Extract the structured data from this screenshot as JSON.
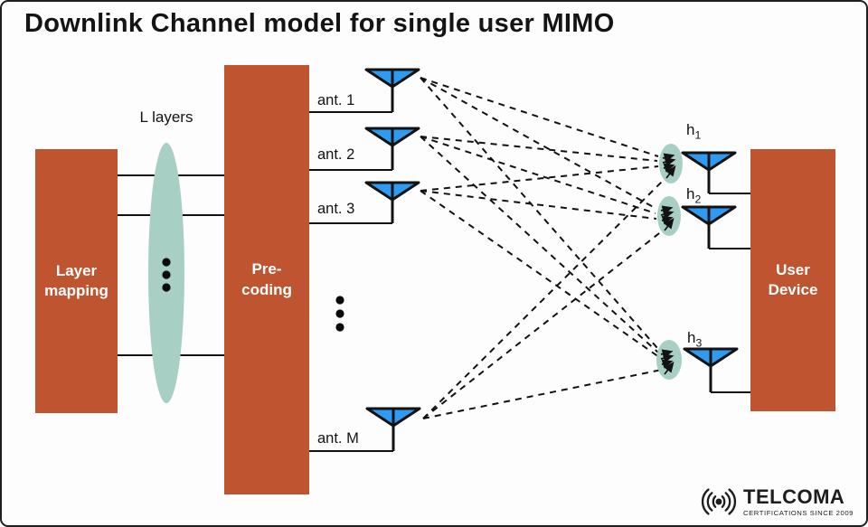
{
  "title": "Downlink Channel model for single user MIMO",
  "blocks": {
    "layer_mapping": {
      "label": "Layer\nmapping"
    },
    "pre_coding": {
      "label": "Pre-\ncoding"
    },
    "user_device": {
      "label": "User\nDevice"
    }
  },
  "layers_label": "L layers",
  "tx_antennas": [
    {
      "id": "ant-1",
      "label": "ant. 1"
    },
    {
      "id": "ant-2",
      "label": "ant. 2"
    },
    {
      "id": "ant-3",
      "label": "ant. 3"
    },
    {
      "id": "ant-M",
      "label": "ant. M"
    }
  ],
  "rx_channels": [
    {
      "id": "h1",
      "base": "h",
      "sub": "1"
    },
    {
      "id": "h2",
      "base": "h",
      "sub": "2"
    },
    {
      "id": "h3",
      "base": "h",
      "sub": "3"
    }
  ],
  "connections": [
    [
      "ant. 1",
      "h1"
    ],
    [
      "ant. 1",
      "h2"
    ],
    [
      "ant. 1",
      "h3"
    ],
    [
      "ant. 2",
      "h1"
    ],
    [
      "ant. 2",
      "h2"
    ],
    [
      "ant. 2",
      "h3"
    ],
    [
      "ant. 3",
      "h1"
    ],
    [
      "ant. 3",
      "h2"
    ],
    [
      "ant. 3",
      "h3"
    ],
    [
      "ant. M",
      "h1"
    ],
    [
      "ant. M",
      "h2"
    ],
    [
      "ant. M",
      "h3"
    ]
  ],
  "logo": {
    "brand": "TELCOMA",
    "tagline": "CERTIFICATIONS SINCE 2009"
  },
  "icons": {
    "ellipsis_vertical": "vertical-dots",
    "antenna": "antenna-icon",
    "radio_waves": "broadcast-icon"
  },
  "colors": {
    "block": "#BF5430",
    "antenna_fill": "#2E9BF0",
    "cluster_fill": "#A8CFC4",
    "line": "#121212"
  }
}
